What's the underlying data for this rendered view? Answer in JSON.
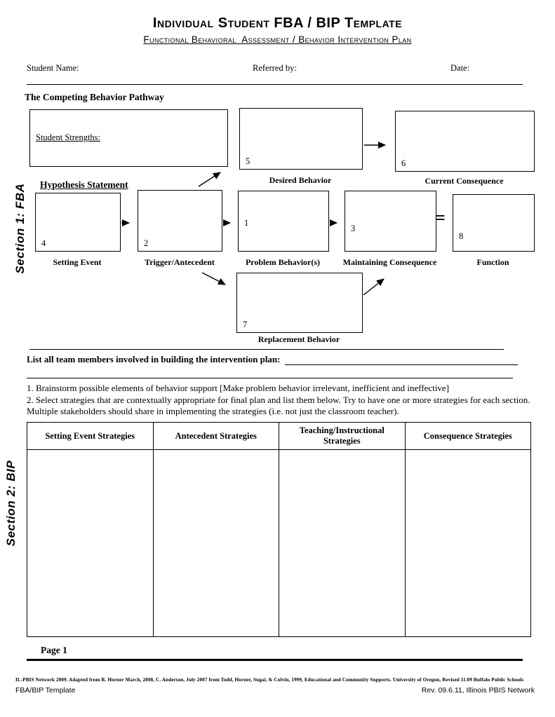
{
  "page": {
    "title": "Individual Student FBA / BIP Template",
    "subtitle": "Functional Behavioral  Assessment / Behavior Intervention Plan"
  },
  "fields": {
    "student_name": "Student Name:",
    "referred_by": "Referred by:",
    "date": "Date:"
  },
  "sections": {
    "section1": "Section 1: FBA",
    "section2": "Section 2: BIP"
  },
  "pathway": {
    "heading": "The Competing Behavior Pathway",
    "student_strengths": "Student Strengths:",
    "hypothesis": "Hypothesis Statement",
    "equals": "=",
    "boxes": {
      "desired": {
        "num": "5",
        "label": "Desired Behavior"
      },
      "current": {
        "num": "6",
        "label": "Current Consequence"
      },
      "setting": {
        "num": "4",
        "label": "Setting Event"
      },
      "trigger": {
        "num": "2",
        "label": "Trigger/Antecedent"
      },
      "problem": {
        "num": "1",
        "label": "Problem Behavior(s)"
      },
      "maintaining": {
        "num": "3",
        "label": "Maintaining Consequence"
      },
      "function_box": {
        "num": "8",
        "label": "Function"
      },
      "replacement": {
        "num": "7",
        "label": "Replacement Behavior"
      }
    }
  },
  "team": {
    "label": "List all team members involved in building the intervention plan:"
  },
  "instructions": {
    "item1": "1. Brainstorm possible elements of behavior support [Make problem behavior irrelevant, inefficient and ineffective]",
    "item2": "2. Select strategies that are contextually appropriate for final plan and list them below. Try to have one or more strategies for each section. Multiple stakeholders should share in implementing the strategies (i.e. not just the classroom teacher)."
  },
  "strategies_table": {
    "headers": [
      "Setting Event Strategies",
      "Antecedent Strategies",
      "Teaching/Instructional Strategies",
      "Consequence Strategies"
    ]
  },
  "footer": {
    "page_label": "Page 1",
    "credits": "IL-PBIS Network 2009. Adapted from R. Horner March, 2008, C. Anderson, July 2007 from Todd, Horner, Sugai, & Colvin, 1999, Educational and Community Supports. University of Oregon, Revised 11.09 Buffalo Public Schools",
    "template_label": "FBA/BIP Template",
    "revision": "Rev. 09.6.11, Illinois PBIS Network"
  }
}
